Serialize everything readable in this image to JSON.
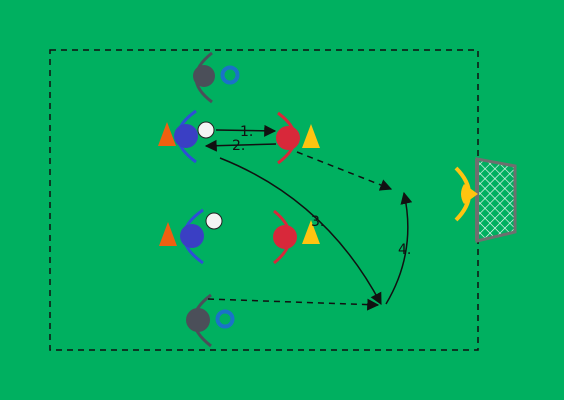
{
  "field": {
    "background": "#00b060",
    "boundary_style": "dashed",
    "line_color": "#111111"
  },
  "colors": {
    "blue_player": "#3a3fc4",
    "blue_arc": "#2e4fd6",
    "red_player": "#d8283a",
    "grey_player": "#4b4f59",
    "cone_orange": "#f06010",
    "cone_yellow": "#ffc410",
    "ring_blue": "#1a73c8",
    "ball": "#f4f4f4",
    "goal_frame": "#6f6f6f",
    "goalkeeper": "#ffc410"
  },
  "step_labels": {
    "pass_1": "1.",
    "pass_2": "2.",
    "run_3": "3.",
    "run_4": "4."
  },
  "icons": {
    "player": "player-icon",
    "cone": "cone-icon",
    "ball": "ball-icon",
    "ring": "ring-marker-icon",
    "goal": "goal-icon",
    "goalkeeper": "goalkeeper-icon"
  }
}
